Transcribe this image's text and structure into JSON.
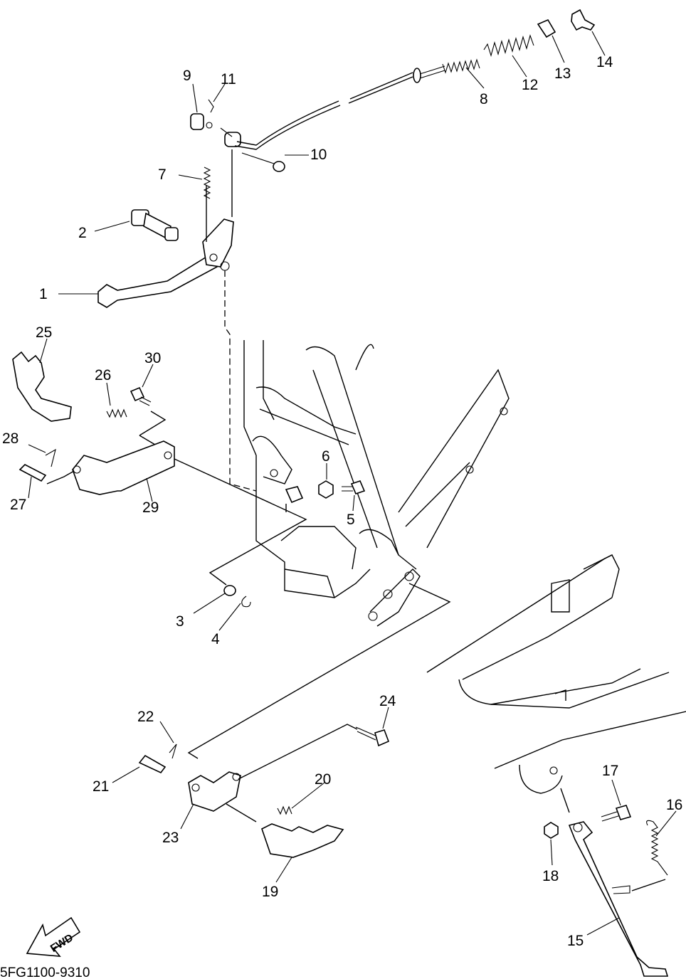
{
  "diagram": {
    "code": "5FG1100-9310",
    "fwd_label": "FWD",
    "parts": {
      "p1": "1",
      "p2": "2",
      "p3": "3",
      "p4": "4",
      "p5": "5",
      "p6": "6",
      "p7": "7",
      "p8": "8",
      "p9": "9",
      "p10": "10",
      "p11": "11",
      "p12": "12",
      "p13": "13",
      "p14": "14",
      "p15": "15",
      "p16": "16",
      "p17": "17",
      "p18": "18",
      "p19": "19",
      "p20": "20",
      "p21": "21",
      "p22": "22",
      "p23": "23",
      "p24": "24",
      "p25": "25",
      "p26": "26",
      "p27": "27",
      "p28": "28",
      "p29": "29",
      "p30": "30"
    }
  }
}
